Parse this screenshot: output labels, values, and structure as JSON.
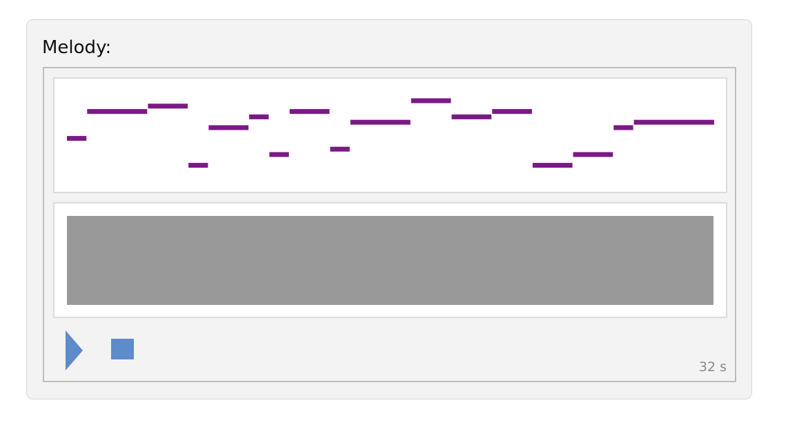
{
  "widget": {
    "title": "Melody:",
    "duration_label": "32 s"
  },
  "piano_roll": {
    "note_color": "#7a1a84",
    "total_beats": 32,
    "notes": [
      {
        "pitch": 64,
        "start": 0,
        "duration": 1
      },
      {
        "pitch": 69,
        "start": 1,
        "duration": 3
      },
      {
        "pitch": 70,
        "start": 4,
        "duration": 2
      },
      {
        "pitch": 59,
        "start": 6,
        "duration": 1
      },
      {
        "pitch": 66,
        "start": 7,
        "duration": 2
      },
      {
        "pitch": 68,
        "start": 9,
        "duration": 1
      },
      {
        "pitch": 61,
        "start": 10,
        "duration": 1
      },
      {
        "pitch": 69,
        "start": 11,
        "duration": 2
      },
      {
        "pitch": 62,
        "start": 13,
        "duration": 1
      },
      {
        "pitch": 67,
        "start": 14,
        "duration": 3
      },
      {
        "pitch": 71,
        "start": 17,
        "duration": 2
      },
      {
        "pitch": 68,
        "start": 19,
        "duration": 2
      },
      {
        "pitch": 69,
        "start": 21,
        "duration": 2
      },
      {
        "pitch": 59,
        "start": 23,
        "duration": 2
      },
      {
        "pitch": 61,
        "start": 25,
        "duration": 2
      },
      {
        "pitch": 66,
        "start": 27,
        "duration": 1
      },
      {
        "pitch": 67,
        "start": 28,
        "duration": 4
      }
    ]
  },
  "waveform": {
    "color": "#999999"
  },
  "transport": {
    "play_icon": "play-icon",
    "stop_icon": "stop-icon",
    "accent_color": "#5d8ccb"
  }
}
